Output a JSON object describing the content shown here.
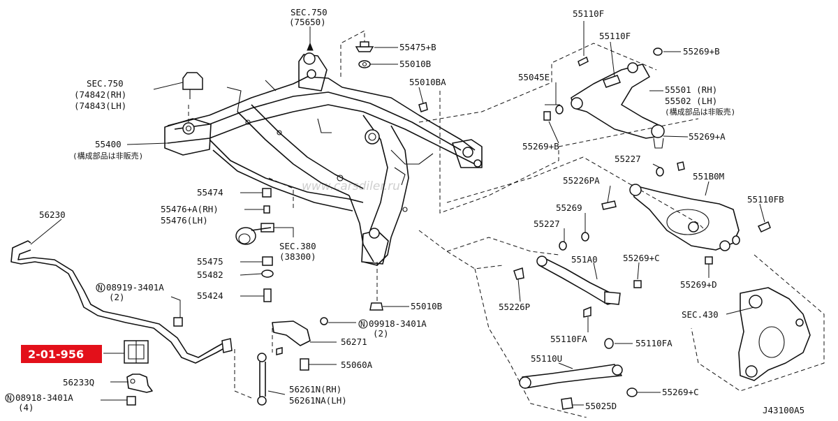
{
  "diagram": {
    "code": "J43100A5",
    "watermark": "www.carsdiler.ru",
    "highlight": {
      "text": "2-01-956",
      "color": "#e3101a"
    },
    "labels": {
      "sec750_top": "SEC.750",
      "sec750_top_sub": "(75650)",
      "p55475b": "55475+B",
      "p55010b": "55010B",
      "sec750_left": "SEC.750",
      "sec750_left_rh": "(74842(RH)",
      "sec750_left_lh": "(74843(LH)",
      "p55010ba": "55010BA",
      "p55400": "55400",
      "p55400_note": "(構成部品は非販売)",
      "p55110f_top": "55110F",
      "p55110f_2": "55110F",
      "p55269b_top": "55269+B",
      "p55045e": "55045E",
      "p55501": "55501 (RH)",
      "p55502": "55502 (LH)",
      "p55501_note": "(構成部品は非販売)",
      "p55269b_mid": "55269+B",
      "p55227_top": "55227",
      "p55269a": "55269+A",
      "p55226pa": "55226PA",
      "p551b0m": "551B0M",
      "p55110fb": "55110FB",
      "p55269_mid": "55269",
      "p55227_mid": "55227",
      "p551a0": "551A0",
      "p55269c_mid": "55269+C",
      "p55269d": "55269+D",
      "p55226p": "55226P",
      "sec430": "SEC.430",
      "p55110fa_left": "55110FA",
      "p55110fa_right": "55110FA",
      "p55110u": "55110U",
      "p55269c_bot": "55269+C",
      "p55025d": "55025D",
      "p55474": "55474",
      "p55476a": "55476+A(RH)",
      "p55476": "55476(LH)",
      "sec380": "SEC.380",
      "sec380_sub": "(38300)",
      "p55475": "55475",
      "p55482": "55482",
      "p55424": "55424",
      "p55010b_mid": "55010B",
      "p56230": "56230",
      "n08919": "08919-3401A",
      "n08919_qty": "(2)",
      "n09918": "09918-3401A",
      "n09918_qty": "(2)",
      "p56271": "56271",
      "p55060a": "55060A",
      "p56233q": "56233Q",
      "p56261n": "56261N(RH)",
      "p56261na": "56261NA(LH)",
      "n08918": "08918-3401A",
      "n08918_qty": "(4)",
      "circle_n": "N"
    }
  }
}
